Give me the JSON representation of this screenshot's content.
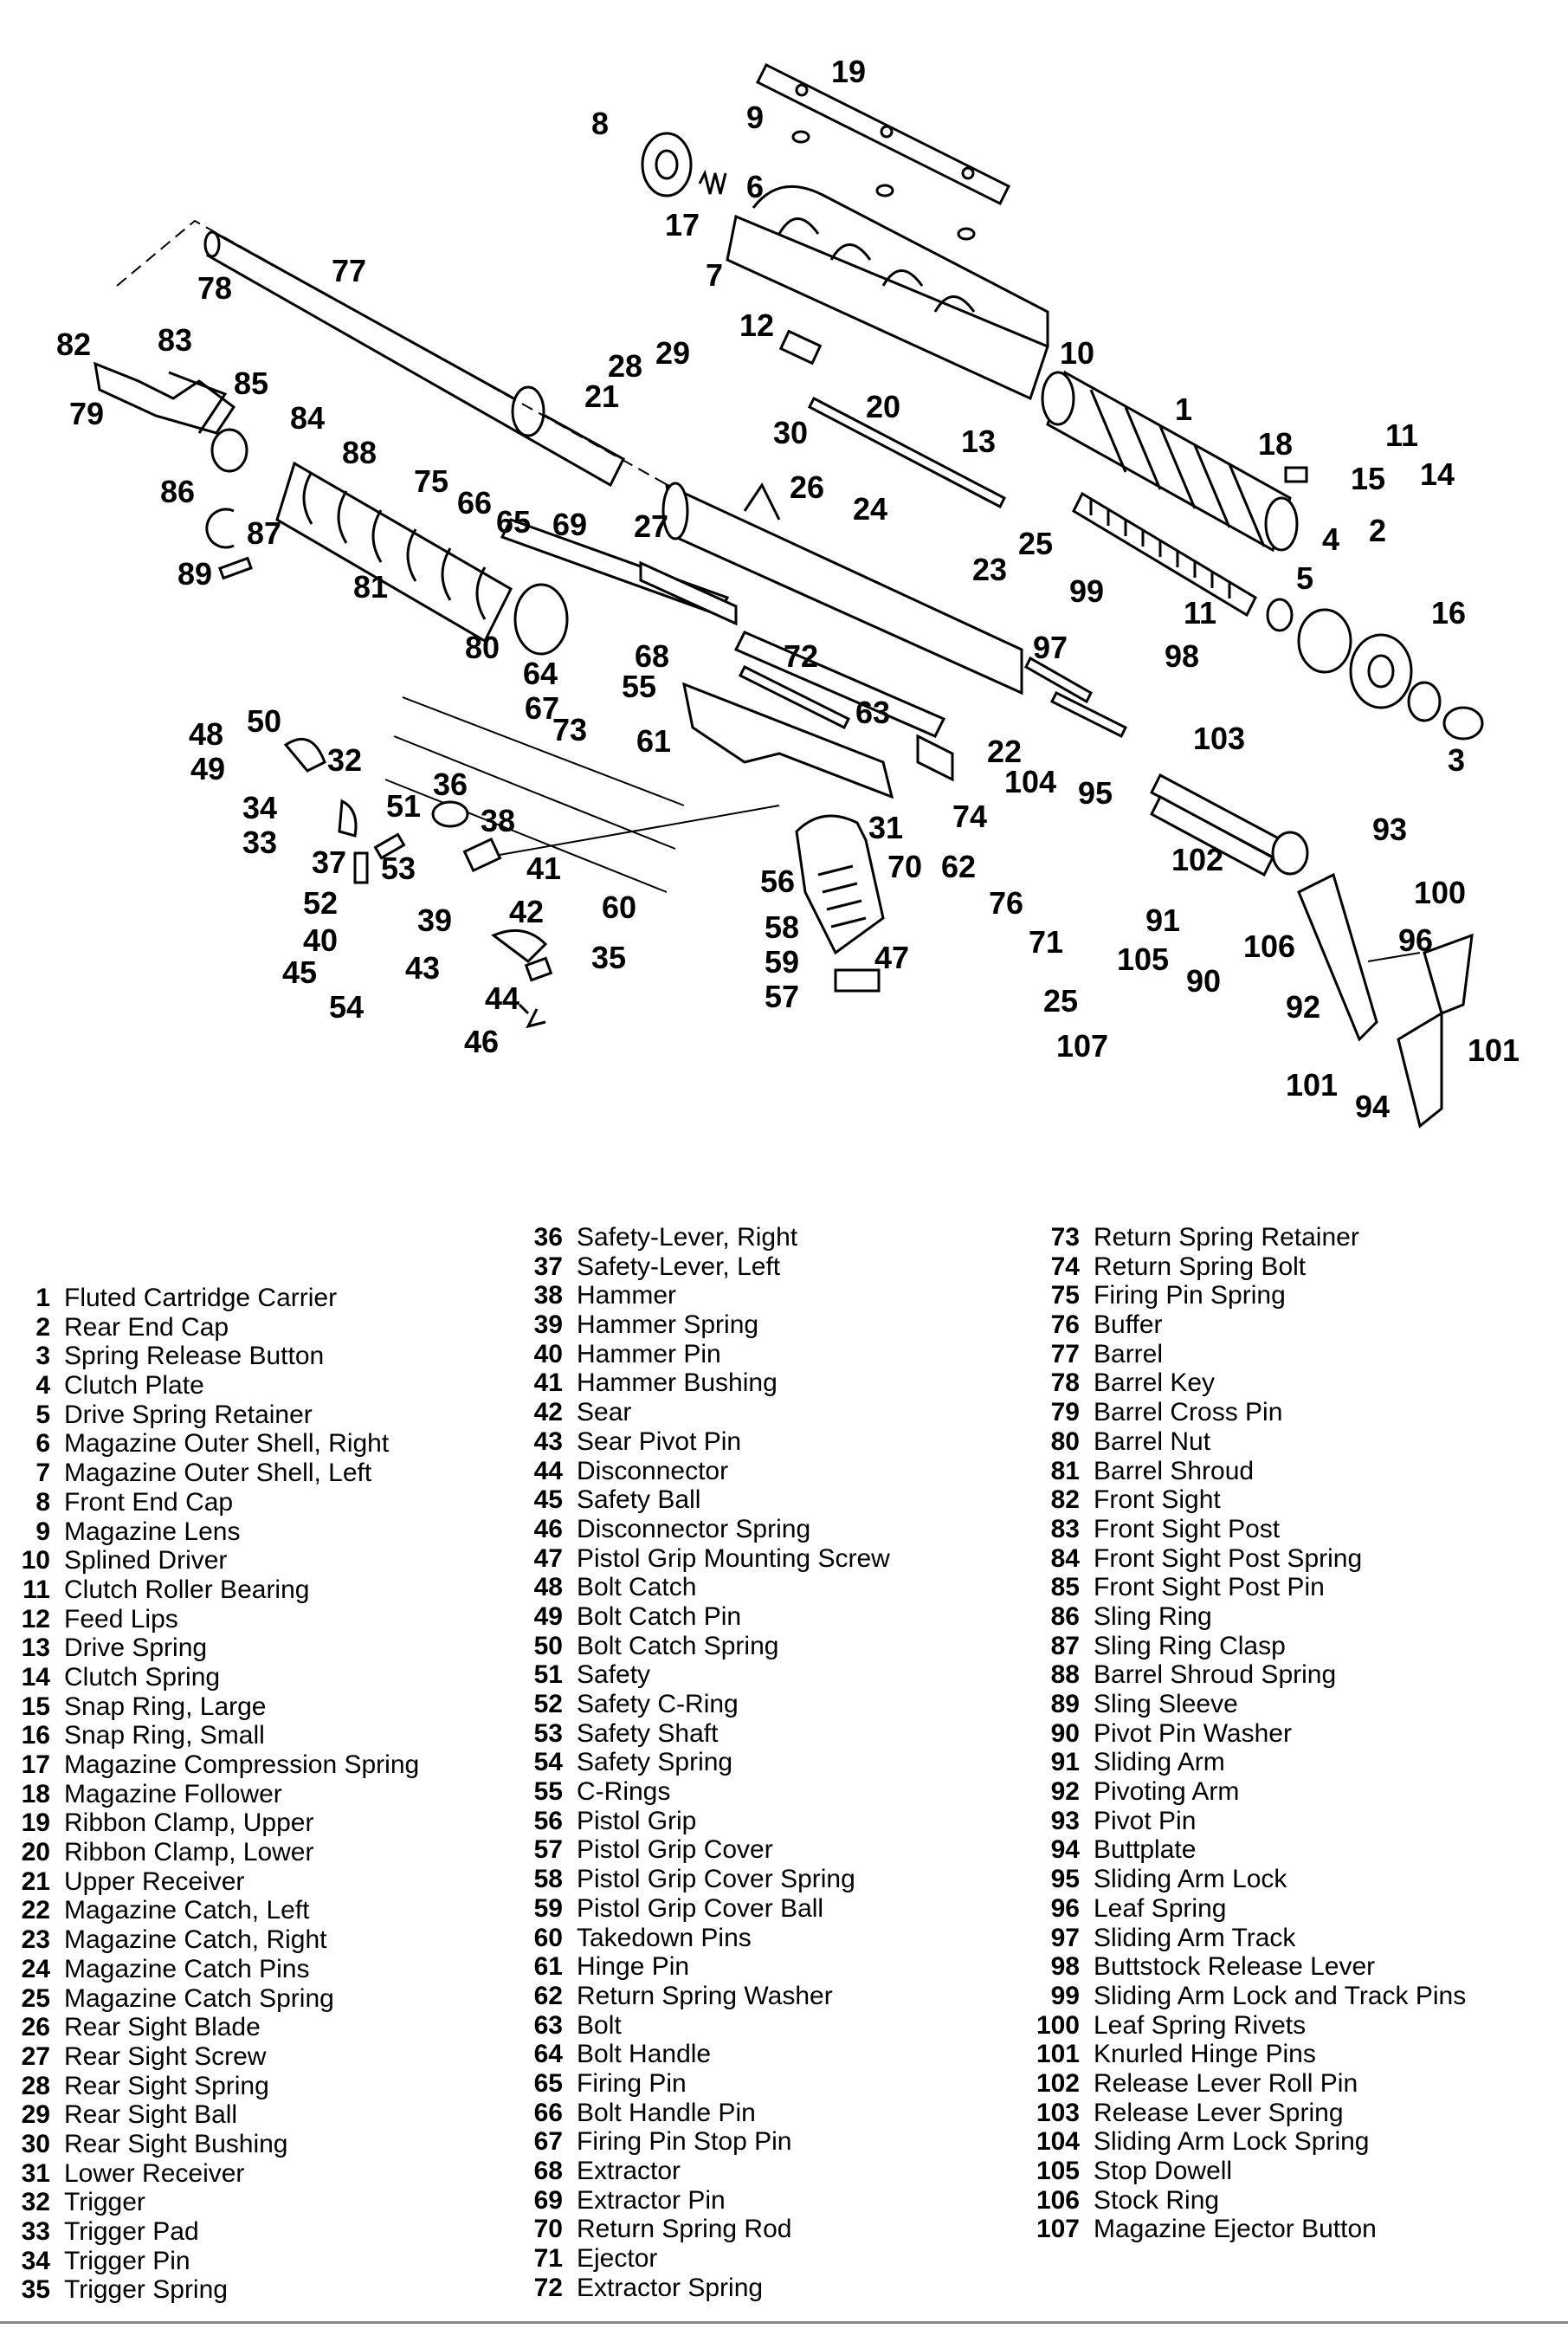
{
  "parts": [
    {
      "n": "1",
      "name": "Fluted Cartridge Carrier"
    },
    {
      "n": "2",
      "name": "Rear End Cap"
    },
    {
      "n": "3",
      "name": "Spring Release Button"
    },
    {
      "n": "4",
      "name": "Clutch Plate"
    },
    {
      "n": "5",
      "name": "Drive Spring Retainer"
    },
    {
      "n": "6",
      "name": "Magazine Outer Shell, Right"
    },
    {
      "n": "7",
      "name": "Magazine Outer Shell, Left"
    },
    {
      "n": "8",
      "name": "Front End Cap"
    },
    {
      "n": "9",
      "name": "Magazine Lens"
    },
    {
      "n": "10",
      "name": "Splined Driver"
    },
    {
      "n": "11",
      "name": "Clutch Roller Bearing"
    },
    {
      "n": "12",
      "name": "Feed Lips"
    },
    {
      "n": "13",
      "name": "Drive Spring"
    },
    {
      "n": "14",
      "name": "Clutch Spring"
    },
    {
      "n": "15",
      "name": "Snap Ring, Large"
    },
    {
      "n": "16",
      "name": "Snap Ring, Small"
    },
    {
      "n": "17",
      "name": "Magazine Compression Spring"
    },
    {
      "n": "18",
      "name": "Magazine Follower"
    },
    {
      "n": "19",
      "name": "Ribbon Clamp, Upper"
    },
    {
      "n": "20",
      "name": "Ribbon Clamp, Lower"
    },
    {
      "n": "21",
      "name": "Upper Receiver"
    },
    {
      "n": "22",
      "name": "Magazine Catch, Left"
    },
    {
      "n": "23",
      "name": "Magazine Catch, Right"
    },
    {
      "n": "24",
      "name": "Magazine Catch Pins"
    },
    {
      "n": "25",
      "name": "Magazine Catch Spring"
    },
    {
      "n": "26",
      "name": "Rear Sight Blade"
    },
    {
      "n": "27",
      "name": "Rear Sight Screw"
    },
    {
      "n": "28",
      "name": "Rear Sight Spring"
    },
    {
      "n": "29",
      "name": "Rear Sight Ball"
    },
    {
      "n": "30",
      "name": "Rear Sight Bushing"
    },
    {
      "n": "31",
      "name": "Lower Receiver"
    },
    {
      "n": "32",
      "name": "Trigger"
    },
    {
      "n": "33",
      "name": "Trigger Pad"
    },
    {
      "n": "34",
      "name": "Trigger Pin"
    },
    {
      "n": "35",
      "name": "Trigger Spring"
    },
    {
      "n": "36",
      "name": "Safety-Lever, Right"
    },
    {
      "n": "37",
      "name": "Safety-Lever, Left"
    },
    {
      "n": "38",
      "name": "Hammer"
    },
    {
      "n": "39",
      "name": "Hammer Spring"
    },
    {
      "n": "40",
      "name": "Hammer Pin"
    },
    {
      "n": "41",
      "name": "Hammer Bushing"
    },
    {
      "n": "42",
      "name": "Sear"
    },
    {
      "n": "43",
      "name": "Sear Pivot Pin"
    },
    {
      "n": "44",
      "name": "Disconnector"
    },
    {
      "n": "45",
      "name": "Safety Ball"
    },
    {
      "n": "46",
      "name": "Disconnector Spring"
    },
    {
      "n": "47",
      "name": "Pistol Grip Mounting Screw"
    },
    {
      "n": "48",
      "name": "Bolt Catch"
    },
    {
      "n": "49",
      "name": "Bolt Catch Pin"
    },
    {
      "n": "50",
      "name": "Bolt Catch Spring"
    },
    {
      "n": "51",
      "name": "Safety"
    },
    {
      "n": "52",
      "name": "Safety C-Ring"
    },
    {
      "n": "53",
      "name": "Safety Shaft"
    },
    {
      "n": "54",
      "name": "Safety Spring"
    },
    {
      "n": "55",
      "name": "C-Rings"
    },
    {
      "n": "56",
      "name": "Pistol Grip"
    },
    {
      "n": "57",
      "name": "Pistol Grip Cover"
    },
    {
      "n": "58",
      "name": "Pistol Grip Cover Spring"
    },
    {
      "n": "59",
      "name": "Pistol Grip Cover Ball"
    },
    {
      "n": "60",
      "name": "Takedown Pins"
    },
    {
      "n": "61",
      "name": "Hinge Pin"
    },
    {
      "n": "62",
      "name": "Return Spring Washer"
    },
    {
      "n": "63",
      "name": "Bolt"
    },
    {
      "n": "64",
      "name": "Bolt Handle"
    },
    {
      "n": "65",
      "name": "Firing Pin"
    },
    {
      "n": "66",
      "name": "Bolt Handle Pin"
    },
    {
      "n": "67",
      "name": "Firing Pin Stop Pin"
    },
    {
      "n": "68",
      "name": "Extractor"
    },
    {
      "n": "69",
      "name": "Extractor Pin"
    },
    {
      "n": "70",
      "name": "Return Spring Rod"
    },
    {
      "n": "71",
      "name": "Ejector"
    },
    {
      "n": "72",
      "name": "Extractor Spring"
    },
    {
      "n": "73",
      "name": "Return Spring Retainer"
    },
    {
      "n": "74",
      "name": "Return Spring Bolt"
    },
    {
      "n": "75",
      "name": "Firing Pin Spring"
    },
    {
      "n": "76",
      "name": "Buffer"
    },
    {
      "n": "77",
      "name": "Barrel"
    },
    {
      "n": "78",
      "name": "Barrel Key"
    },
    {
      "n": "79",
      "name": "Barrel Cross Pin"
    },
    {
      "n": "80",
      "name": "Barrel Nut"
    },
    {
      "n": "81",
      "name": "Barrel Shroud"
    },
    {
      "n": "82",
      "name": "Front Sight"
    },
    {
      "n": "83",
      "name": "Front Sight Post"
    },
    {
      "n": "84",
      "name": "Front Sight Post Spring"
    },
    {
      "n": "85",
      "name": "Front Sight Post Pin"
    },
    {
      "n": "86",
      "name": "Sling Ring"
    },
    {
      "n": "87",
      "name": "Sling Ring Clasp"
    },
    {
      "n": "88",
      "name": "Barrel Shroud Spring"
    },
    {
      "n": "89",
      "name": "Sling Sleeve"
    },
    {
      "n": "90",
      "name": "Pivot Pin Washer"
    },
    {
      "n": "91",
      "name": "Sliding Arm"
    },
    {
      "n": "92",
      "name": "Pivoting Arm"
    },
    {
      "n": "93",
      "name": "Pivot Pin"
    },
    {
      "n": "94",
      "name": "Buttplate"
    },
    {
      "n": "95",
      "name": "Sliding Arm Lock"
    },
    {
      "n": "96",
      "name": "Leaf Spring"
    },
    {
      "n": "97",
      "name": "Sliding Arm Track"
    },
    {
      "n": "98",
      "name": "Buttstock Release Lever"
    },
    {
      "n": "99",
      "name": "Sliding Arm Lock and Track Pins"
    },
    {
      "n": "100",
      "name": "Leaf Spring Rivets"
    },
    {
      "n": "101",
      "name": "Knurled Hinge Pins"
    },
    {
      "n": "102",
      "name": "Release Lever Roll Pin"
    },
    {
      "n": "103",
      "name": "Release Lever Spring"
    },
    {
      "n": "104",
      "name": "Sliding Arm Lock Spring"
    },
    {
      "n": "105",
      "name": "Stop Dowell"
    },
    {
      "n": "106",
      "name": "Stock Ring"
    },
    {
      "n": "107",
      "name": "Magazine Ejector Button"
    }
  ],
  "callouts": [
    "1",
    "2",
    "3",
    "4",
    "5",
    "6",
    "7",
    "8",
    "9",
    "10",
    "11",
    "11",
    "12",
    "13",
    "14",
    "15",
    "16",
    "17",
    "18",
    "19",
    "20",
    "21",
    "22",
    "23",
    "24",
    "25",
    "25",
    "26",
    "27",
    "28",
    "29",
    "30",
    "31",
    "32",
    "33",
    "34",
    "35",
    "36",
    "37",
    "38",
    "39",
    "40",
    "41",
    "42",
    "43",
    "44",
    "45",
    "46",
    "47",
    "48",
    "49",
    "50",
    "51",
    "52",
    "53",
    "54",
    "55",
    "56",
    "57",
    "58",
    "59",
    "60",
    "61",
    "62",
    "63",
    "64",
    "65",
    "66",
    "67",
    "68",
    "69",
    "70",
    "71",
    "72",
    "73",
    "74",
    "75",
    "76",
    "77",
    "78",
    "79",
    "80",
    "81",
    "82",
    "83",
    "84",
    "85",
    "86",
    "87",
    "88",
    "89",
    "90",
    "91",
    "92",
    "93",
    "94",
    "95",
    "96",
    "97",
    "98",
    "99",
    "100",
    "101",
    "101",
    "102",
    "103",
    "104",
    "105",
    "106",
    "107"
  ]
}
